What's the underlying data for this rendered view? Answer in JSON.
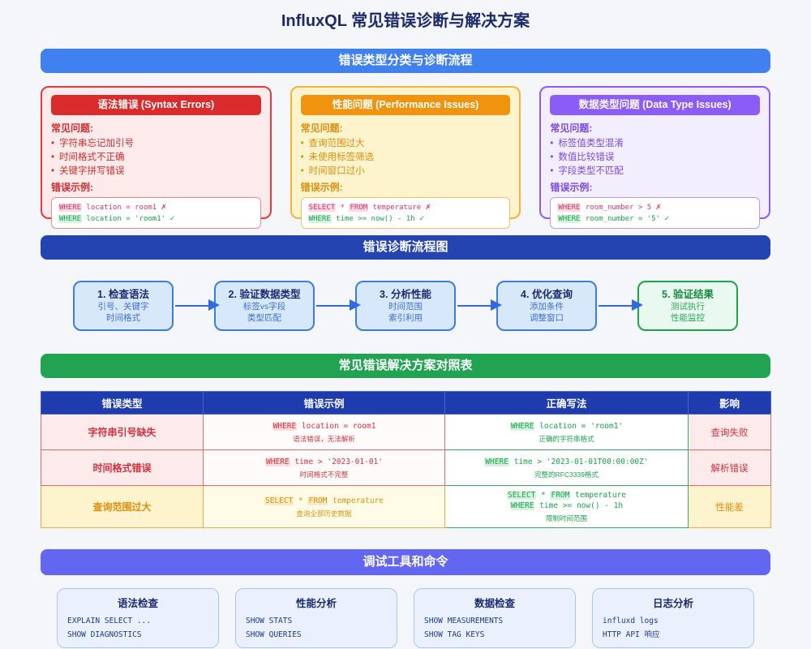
{
  "page": {
    "title": "InfluxQL 常见错误诊断与解决方案"
  },
  "banners": {
    "classification": "错误类型分类与诊断流程",
    "flow": "错误诊断流程图",
    "table": "常见错误解决方案对照表",
    "tools": "调试工具和命令"
  },
  "marks": {
    "bad": "✗",
    "good": "✓"
  },
  "error_cards": [
    {
      "title": "语法错误 (Syntax Errors)",
      "problems_label": "常见问题:",
      "problems": [
        "字符串忘记加引号",
        "时间格式不正确",
        "关键字拼写错误"
      ],
      "examples_label": "错误示例:",
      "bad_code": "WHERE location = room1",
      "good_code": "WHERE location = 'room1'"
    },
    {
      "title": "性能问题 (Performance Issues)",
      "problems_label": "常见问题:",
      "problems": [
        "查询范围过大",
        "未使用标签筛选",
        "时间窗口过小"
      ],
      "examples_label": "错误示例:",
      "bad_code": "SELECT * FROM temperature",
      "good_code": "WHERE time >= now() - 1h"
    },
    {
      "title": "数据类型问题 (Data Type Issues)",
      "problems_label": "常见问题:",
      "problems": [
        "标签值类型混淆",
        "数值比较错误",
        "字段类型不匹配"
      ],
      "examples_label": "错误示例:",
      "bad_code": "WHERE room_number > 5",
      "good_code": "WHERE room_number = '5'"
    }
  ],
  "flow_steps": [
    {
      "title": "1. 检查语法",
      "lines": [
        "引号、关键字",
        "时间格式"
      ]
    },
    {
      "title": "2. 验证数据类型",
      "lines": [
        "标签vs字段",
        "类型匹配"
      ]
    },
    {
      "title": "3. 分析性能",
      "lines": [
        "时间范围",
        "索引利用"
      ]
    },
    {
      "title": "4. 优化查询",
      "lines": [
        "添加条件",
        "调整窗口"
      ]
    },
    {
      "title": "5. 验证结果",
      "lines": [
        "测试执行",
        "性能监控"
      ]
    }
  ],
  "solution_table": {
    "headers": [
      "错误类型",
      "错误示例",
      "正确写法",
      "影响"
    ],
    "rows": [
      {
        "type": "字符串引号缺失",
        "bad_code": "WHERE location = room1",
        "bad_note": "语法错误，无法解析",
        "good_code": "WHERE location = 'room1'",
        "good_note": "正确的字符串格式",
        "impact": "查询失败"
      },
      {
        "type": "时间格式错误",
        "bad_code": "WHERE time > '2023-01-01'",
        "bad_note": "时间格式不完整",
        "good_code": "WHERE time > '2023-01-01T00:00:00Z'",
        "good_note": "完整的RFC3339格式",
        "impact": "解析错误"
      },
      {
        "type": "查询范围过大",
        "bad_code": "SELECT * FROM temperature",
        "bad_note": "查询全部历史数据",
        "good_code_line1": "SELECT * FROM temperature",
        "good_code_line2": "WHERE time >= now() - 1h",
        "good_note": "限制时间范围",
        "impact": "性能差"
      }
    ]
  },
  "tool_cards": [
    {
      "title": "语法检查",
      "commands": [
        "EXPLAIN SELECT ...",
        "SHOW DIAGNOSTICS"
      ]
    },
    {
      "title": "性能分析",
      "commands": [
        "SHOW STATS",
        "SHOW QUERIES"
      ]
    },
    {
      "title": "数据检查",
      "commands": [
        "SHOW MEASUREMENTS",
        "SHOW TAG KEYS"
      ]
    },
    {
      "title": "日志分析",
      "commands": [
        "influxd logs",
        "HTTP API 响应"
      ]
    }
  ]
}
